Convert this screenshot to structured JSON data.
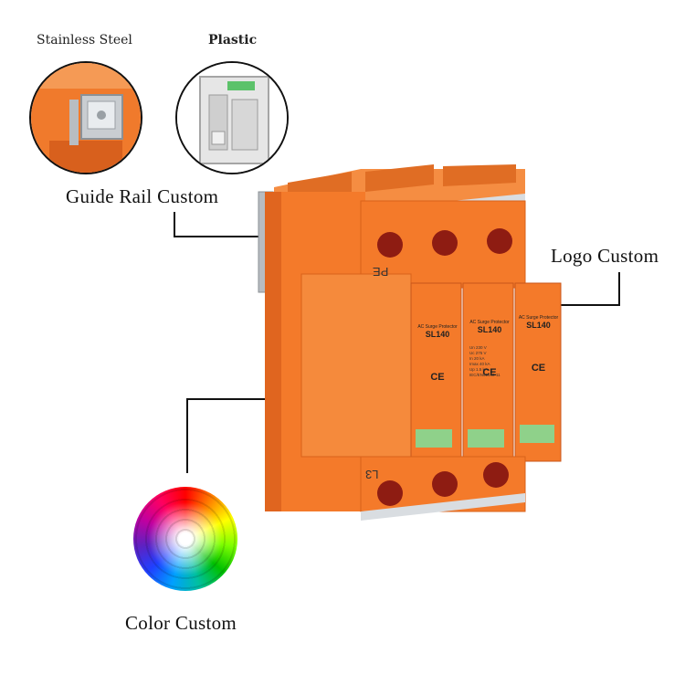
{
  "thumbnails": {
    "left_label": "Stainless Steel",
    "right_label": "Plastic"
  },
  "callouts": {
    "guide_rail": "Guide Rail Custom",
    "logo": "Logo Custom",
    "color": "Color Custom"
  },
  "product": {
    "top_terminal_label": "PE",
    "bottom_terminal_label": "L3",
    "module": {
      "header": "AC Surge Protector",
      "model": "SL140",
      "specs": [
        {
          "key": "Un",
          "value": "230 V"
        },
        {
          "key": "Uc",
          "value": "275 V"
        },
        {
          "key": "In",
          "value": "20 kA"
        },
        {
          "key": "Imax",
          "value": "40 kA"
        },
        {
          "key": "Up",
          "value": "1.5 kA"
        }
      ],
      "standard": "IEC/EN61643-11",
      "ce_mark": "CE"
    }
  },
  "colors": {
    "housing": "#f47a2a",
    "housing_dark": "#d9611a",
    "window": "#8fd18a"
  }
}
